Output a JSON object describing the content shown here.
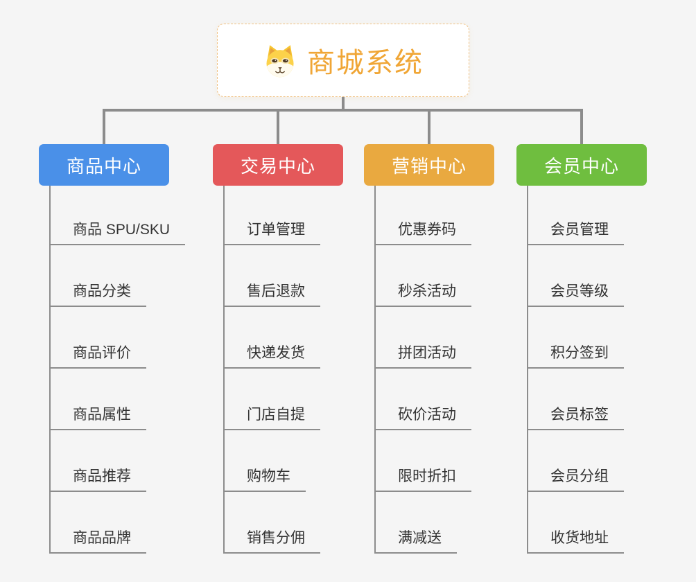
{
  "root": {
    "title": "商城系统",
    "icon": "dog-icon",
    "text_color": "#f0a636",
    "border_color": "#f0c183",
    "background": "#ffffff"
  },
  "branches": [
    {
      "label": "商品中心",
      "color": "#4a90e8",
      "children": [
        "商品 SPU/SKU",
        "商品分类",
        "商品评价",
        "商品属性",
        "商品推荐",
        "商品品牌"
      ]
    },
    {
      "label": "交易中心",
      "color": "#e4585a",
      "children": [
        "订单管理",
        "售后退款",
        "快递发货",
        "门店自提",
        "购物车",
        "销售分佣"
      ]
    },
    {
      "label": "营销中心",
      "color": "#e9a940",
      "children": [
        "优惠券码",
        "秒杀活动",
        "拼团活动",
        "砍价活动",
        "限时折扣",
        "满减送"
      ]
    },
    {
      "label": "会员中心",
      "color": "#6fbe3f",
      "children": [
        "会员管理",
        "会员等级",
        "积分签到",
        "会员标签",
        "会员分组",
        "收货地址"
      ]
    }
  ],
  "connector_color": "#8c8c8c",
  "background_color": "#f5f5f5",
  "leaf_text_color": "#333333"
}
